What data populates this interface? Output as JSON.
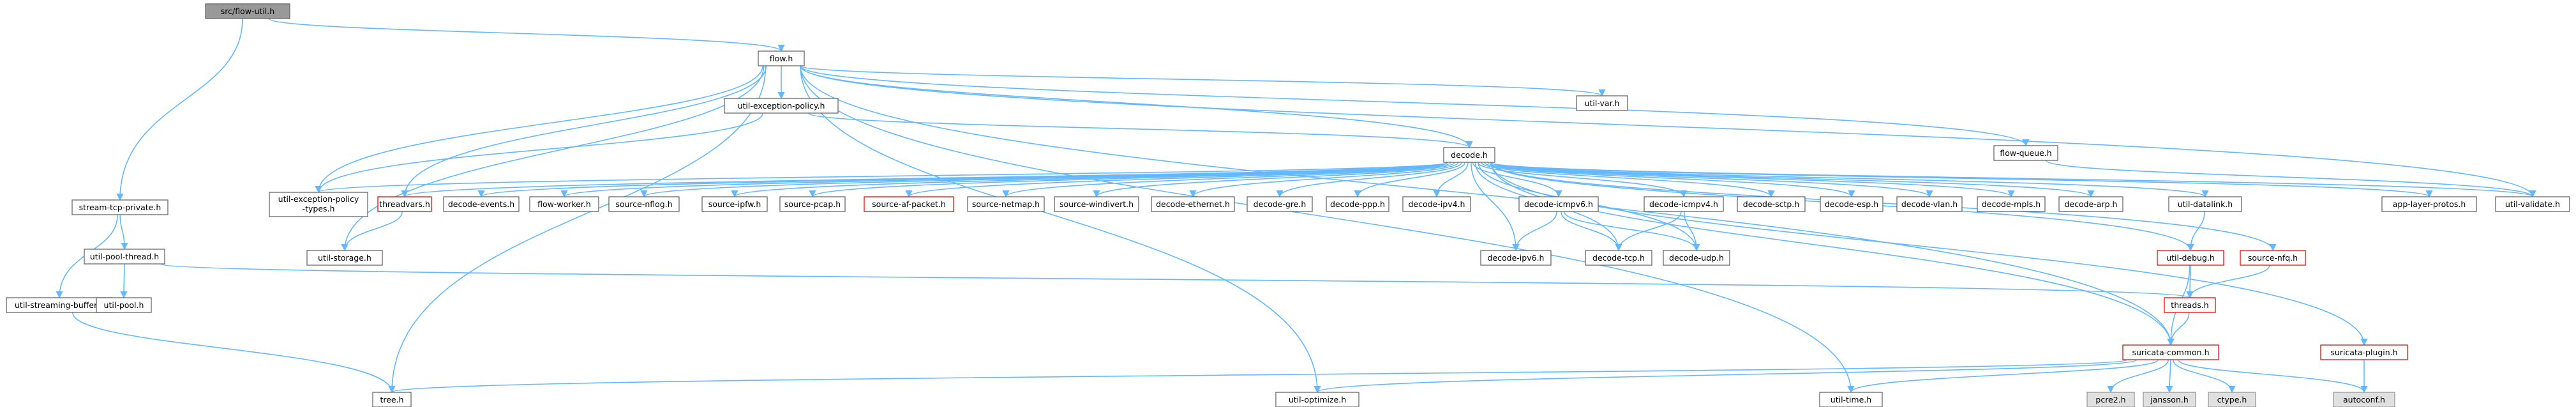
{
  "diagram": {
    "title": "",
    "styles": {
      "normal": {
        "fill": "#ffffff",
        "stroke": "#666666",
        "text": "#000000"
      },
      "root": {
        "fill": "#999999",
        "stroke": "#666666",
        "text": "#000000"
      },
      "truncated": {
        "fill": "#ffffff",
        "stroke": "#ff0000",
        "text": "#000000"
      },
      "system": {
        "fill": "#e0e0e0",
        "stroke": "#999999",
        "text": "#000000"
      },
      "edge_color": "#63b8ff"
    },
    "nodes": [
      {
        "id": "root",
        "label": "src/flow-util.h",
        "style": "root"
      },
      {
        "id": "flow",
        "label": "flow.h",
        "style": "normal"
      },
      {
        "id": "stream_tcp_private",
        "label": "stream-tcp-private.h",
        "style": "normal"
      },
      {
        "id": "util_exception_policy",
        "label": "util-exception-policy.h",
        "style": "normal"
      },
      {
        "id": "util_var",
        "label": "util-var.h",
        "style": "normal"
      },
      {
        "id": "decode",
        "label": "decode.h",
        "style": "normal"
      },
      {
        "id": "flow_queue",
        "label": "flow-queue.h",
        "style": "normal"
      },
      {
        "id": "util_pool_thread",
        "label": "util-pool-thread.h",
        "style": "normal"
      },
      {
        "id": "util_exception_policy_types",
        "label": "util-exception-policy-types.h",
        "style": "normal"
      },
      {
        "id": "threadvars",
        "label": "threadvars.h",
        "style": "truncated"
      },
      {
        "id": "decode_events",
        "label": "decode-events.h",
        "style": "normal"
      },
      {
        "id": "flow_worker",
        "label": "flow-worker.h",
        "style": "normal"
      },
      {
        "id": "source_nflog",
        "label": "source-nflog.h",
        "style": "normal"
      },
      {
        "id": "source_ipfw",
        "label": "source-ipfw.h",
        "style": "normal"
      },
      {
        "id": "source_pcap",
        "label": "source-pcap.h",
        "style": "normal"
      },
      {
        "id": "source_af_packet",
        "label": "source-af-packet.h",
        "style": "truncated"
      },
      {
        "id": "source_netmap",
        "label": "source-netmap.h",
        "style": "normal"
      },
      {
        "id": "source_windivert",
        "label": "source-windivert.h",
        "style": "normal"
      },
      {
        "id": "decode_ethernet",
        "label": "decode-ethernet.h",
        "style": "normal"
      },
      {
        "id": "decode_gre",
        "label": "decode-gre.h",
        "style": "normal"
      },
      {
        "id": "decode_ppp",
        "label": "decode-ppp.h",
        "style": "normal"
      },
      {
        "id": "decode_ipv4",
        "label": "decode-ipv4.h",
        "style": "normal"
      },
      {
        "id": "decode_icmpv6",
        "label": "decode-icmpv6.h",
        "style": "normal"
      },
      {
        "id": "decode_icmpv4",
        "label": "decode-icmpv4.h",
        "style": "normal"
      },
      {
        "id": "decode_sctp",
        "label": "decode-sctp.h",
        "style": "normal"
      },
      {
        "id": "decode_esp",
        "label": "decode-esp.h",
        "style": "normal"
      },
      {
        "id": "decode_vlan",
        "label": "decode-vlan.h",
        "style": "normal"
      },
      {
        "id": "decode_mpls",
        "label": "decode-mpls.h",
        "style": "normal"
      },
      {
        "id": "decode_arp",
        "label": "decode-arp.h",
        "style": "normal"
      },
      {
        "id": "util_datalink",
        "label": "util-datalink.h",
        "style": "normal"
      },
      {
        "id": "app_layer_protos",
        "label": "app-layer-protos.h",
        "style": "normal"
      },
      {
        "id": "util_validate",
        "label": "util-validate.h",
        "style": "normal"
      },
      {
        "id": "util_storage",
        "label": "util-storage.h",
        "style": "normal"
      },
      {
        "id": "util_streaming_buffer",
        "label": "util-streaming-buffer.h",
        "style": "normal"
      },
      {
        "id": "util_pool",
        "label": "util-pool.h",
        "style": "normal"
      },
      {
        "id": "decode_ipv6",
        "label": "decode-ipv6.h",
        "style": "normal"
      },
      {
        "id": "decode_tcp",
        "label": "decode-tcp.h",
        "style": "normal"
      },
      {
        "id": "decode_udp",
        "label": "decode-udp.h",
        "style": "normal"
      },
      {
        "id": "util_debug",
        "label": "util-debug.h",
        "style": "truncated"
      },
      {
        "id": "source_nfq",
        "label": "source-nfq.h",
        "style": "truncated"
      },
      {
        "id": "threads",
        "label": "threads.h",
        "style": "truncated"
      },
      {
        "id": "suricata_common",
        "label": "suricata-common.h",
        "style": "truncated"
      },
      {
        "id": "suricata_plugin",
        "label": "suricata-plugin.h",
        "style": "truncated"
      },
      {
        "id": "tree",
        "label": "tree.h",
        "style": "normal"
      },
      {
        "id": "util_optimize",
        "label": "util-optimize.h",
        "style": "normal"
      },
      {
        "id": "util_time",
        "label": "util-time.h",
        "style": "normal"
      },
      {
        "id": "pcre2",
        "label": "pcre2.h",
        "style": "system"
      },
      {
        "id": "jansson",
        "label": "jansson.h",
        "style": "system"
      },
      {
        "id": "ctype",
        "label": "ctype.h",
        "style": "system"
      },
      {
        "id": "autoconf",
        "label": "autoconf.h",
        "style": "system"
      }
    ],
    "edges": [
      [
        "root",
        "flow"
      ],
      [
        "root",
        "stream_tcp_private"
      ],
      [
        "flow",
        "util_exception_policy"
      ],
      [
        "flow",
        "util_var"
      ],
      [
        "flow",
        "decode"
      ],
      [
        "flow",
        "flow_queue"
      ],
      [
        "flow",
        "util_exception_policy_types"
      ],
      [
        "flow",
        "threadvars"
      ],
      [
        "flow",
        "util_storage"
      ],
      [
        "flow",
        "util_optimize"
      ],
      [
        "flow",
        "tree"
      ],
      [
        "flow",
        "util_time"
      ],
      [
        "flow",
        "util_validate"
      ],
      [
        "flow",
        "suricata_common"
      ],
      [
        "util_exception_policy",
        "util_exception_policy_types"
      ],
      [
        "util_exception_policy",
        "decode"
      ],
      [
        "stream_tcp_private",
        "util_pool_thread"
      ],
      [
        "stream_tcp_private",
        "util_streaming_buffer"
      ],
      [
        "util_pool_thread",
        "util_pool"
      ],
      [
        "util_pool_thread",
        "threads"
      ],
      [
        "util_streaming_buffer",
        "tree"
      ],
      [
        "decode",
        "util_exception_policy_types"
      ],
      [
        "decode",
        "threadvars"
      ],
      [
        "decode",
        "decode_events"
      ],
      [
        "decode",
        "flow_worker"
      ],
      [
        "decode",
        "source_nflog"
      ],
      [
        "decode",
        "source_ipfw"
      ],
      [
        "decode",
        "source_pcap"
      ],
      [
        "decode",
        "source_af_packet"
      ],
      [
        "decode",
        "source_netmap"
      ],
      [
        "decode",
        "source_windivert"
      ],
      [
        "decode",
        "decode_ethernet"
      ],
      [
        "decode",
        "decode_gre"
      ],
      [
        "decode",
        "decode_ppp"
      ],
      [
        "decode",
        "decode_ipv4"
      ],
      [
        "decode",
        "decode_ipv6"
      ],
      [
        "decode",
        "decode_icmpv6"
      ],
      [
        "decode",
        "decode_icmpv4"
      ],
      [
        "decode",
        "decode_tcp"
      ],
      [
        "decode",
        "decode_udp"
      ],
      [
        "decode",
        "decode_sctp"
      ],
      [
        "decode",
        "decode_esp"
      ],
      [
        "decode",
        "decode_vlan"
      ],
      [
        "decode",
        "decode_mpls"
      ],
      [
        "decode",
        "decode_arp"
      ],
      [
        "decode",
        "util_debug"
      ],
      [
        "decode",
        "source_nfq"
      ],
      [
        "decode",
        "util_datalink"
      ],
      [
        "decode",
        "app_layer_protos"
      ],
      [
        "decode",
        "util_validate"
      ],
      [
        "decode",
        "suricata_common"
      ],
      [
        "decode",
        "suricata_plugin"
      ],
      [
        "threadvars",
        "util_storage"
      ],
      [
        "decode_icmpv6",
        "decode_ipv6"
      ],
      [
        "decode_icmpv6",
        "decode_tcp"
      ],
      [
        "decode_icmpv6",
        "decode_udp"
      ],
      [
        "decode_icmpv4",
        "decode_tcp"
      ],
      [
        "decode_icmpv4",
        "decode_udp"
      ],
      [
        "util_datalink",
        "util_debug"
      ],
      [
        "util_debug",
        "threads"
      ],
      [
        "util_debug",
        "suricata_common"
      ],
      [
        "source_nfq",
        "threads"
      ],
      [
        "threads",
        "suricata_common"
      ],
      [
        "flow_queue",
        "util_validate"
      ],
      [
        "suricata_common",
        "tree"
      ],
      [
        "suricata_common",
        "util_optimize"
      ],
      [
        "suricata_common",
        "util_time"
      ],
      [
        "suricata_common",
        "pcre2"
      ],
      [
        "suricata_common",
        "jansson"
      ],
      [
        "suricata_common",
        "ctype"
      ],
      [
        "suricata_common",
        "autoconf"
      ],
      [
        "suricata_plugin",
        "autoconf"
      ]
    ]
  }
}
